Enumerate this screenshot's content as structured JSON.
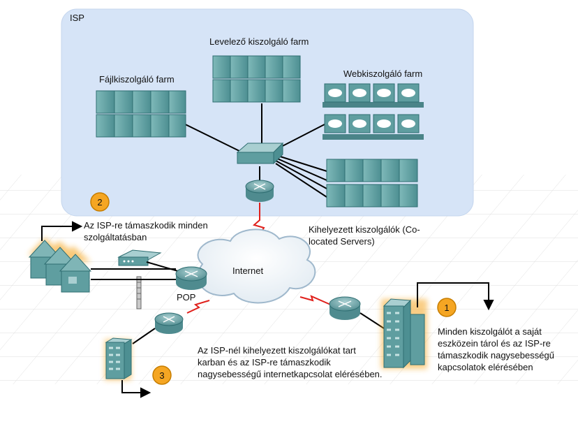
{
  "isp_label": "ISP",
  "farms": {
    "file": "Fájlkiszolgáló farm",
    "mail": "Levelező kiszolgáló farm",
    "web": "Webkiszolgáló farm"
  },
  "colocated_label": "Kihelyezett kiszolgálók (Co-located Servers)",
  "internet_label": "Internet",
  "pop_label": "POP",
  "callouts": [
    {
      "number": "1",
      "text": "Minden kiszolgálót a saját eszközein tárol és az ISP-re támaszkodik nagysebességű kapcsolatok elérésében"
    },
    {
      "number": "2",
      "text": "Az ISP-re támaszkodik minden szolgáltatásban"
    },
    {
      "number": "3",
      "text": "Az ISP-nél kihelyezett kiszolgálókat tart karban és az ISP-re támaszkodik nagysebességű internetkapcsolat elérésében."
    }
  ],
  "colors": {
    "isp_bg": "#d6e4f7",
    "server": "#5f9ea0",
    "callout": "#f5a623",
    "link_red": "#e0201b"
  }
}
